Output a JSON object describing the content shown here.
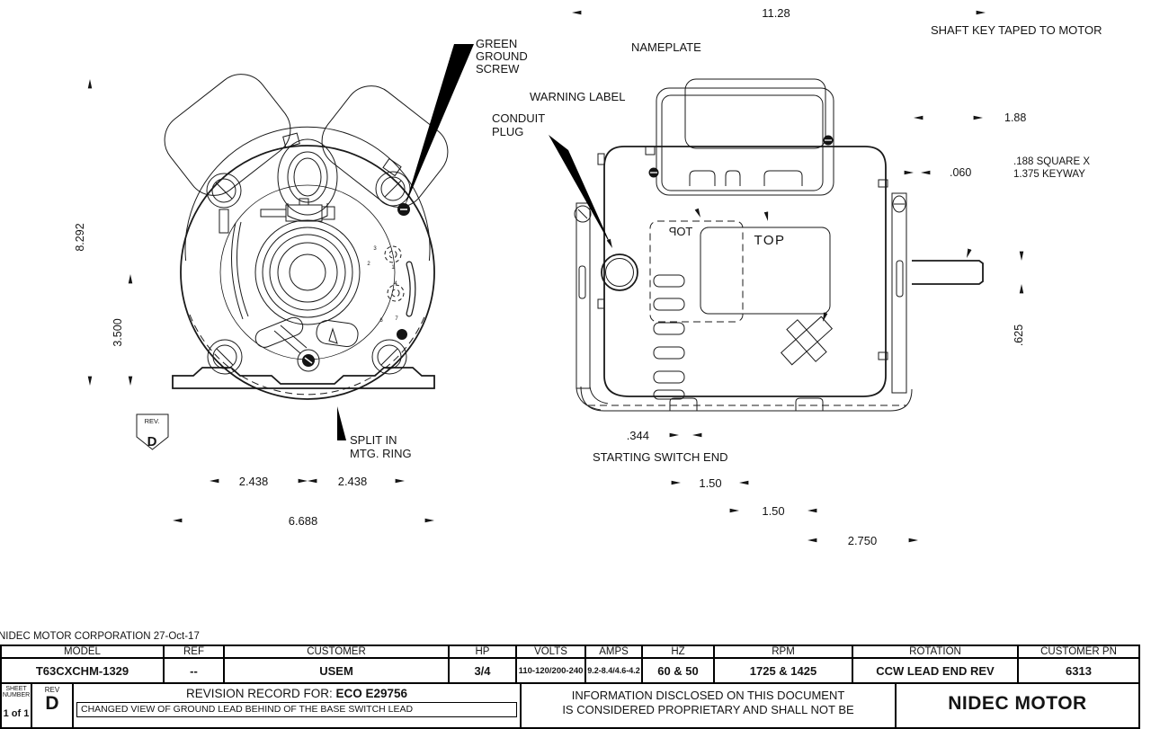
{
  "front_view": {
    "dim_height": "8.292",
    "dim_center_height": "3.500",
    "dim_bolt_left": "2.438",
    "dim_bolt_right": "2.438",
    "dim_base_width": "6.688",
    "label_ground": [
      "GREEN",
      "GROUND",
      "SCREW"
    ],
    "label_split": [
      "SPLIT IN",
      "MTG. RING"
    ],
    "rev_flag": {
      "title": "REV.",
      "value": "D"
    },
    "lead_numbers": [
      "3",
      "2",
      "1",
      "4",
      "6",
      "7"
    ]
  },
  "side_view": {
    "dim_overall": "11.28",
    "dim_shaft_len": "1.88",
    "dim_washer": ".060",
    "label_keyway": [
      ".188 SQUARE X",
      "1.375 KEYWAY"
    ],
    "dim_shaft_dia": ".625",
    "dim_switch": ".344",
    "dim_foot1": "1.50",
    "dim_foot2": "1.50",
    "dim_foot_span": "2.750",
    "label_shaft_key": "SHAFT KEY TAPED TO MOTOR",
    "label_nameplate": "NAMEPLATE",
    "label_warning": "WARNING LABEL",
    "label_conduit": [
      "CONDUIT",
      "PLUG"
    ],
    "label_switch_end": "STARTING SWITCH END",
    "nameplate_text": "TOP",
    "warning_mirror_text": "TOP"
  },
  "title_block": {
    "company_line": "NIDEC MOTOR CORPORATION 27-Oct-17",
    "headers": [
      "MODEL",
      "REF",
      "CUSTOMER",
      "HP",
      "VOLTS",
      "AMPS",
      "HZ",
      "RPM",
      "ROTATION",
      "CUSTOMER PN"
    ],
    "values": [
      "T63CXCHM-1329",
      "--",
      "USEM",
      "3/4",
      "110-120/200-240",
      "9.2-8.4/4.6-4.2",
      "60 & 50",
      "1725 & 1425",
      "CCW LEAD END REV",
      "6313"
    ],
    "sheet_header": [
      "SHEET",
      "NUMBER"
    ],
    "sheet_value": "1 of 1",
    "rev_header": "REV",
    "rev_value": "D",
    "revision_record_prefix": "REVISION RECORD FOR: ",
    "revision_record_eco": "ECO E29756",
    "revision_note": "CHANGED VIEW OF GROUND LEAD BEHIND OF THE BASE SWITCH LEAD",
    "proprietary_lines": [
      "INFORMATION DISCLOSED ON THIS DOCUMENT",
      "IS CONSIDERED PROPRIETARY AND SHALL NOT BE"
    ],
    "brand": "NIDEC MOTOR"
  }
}
